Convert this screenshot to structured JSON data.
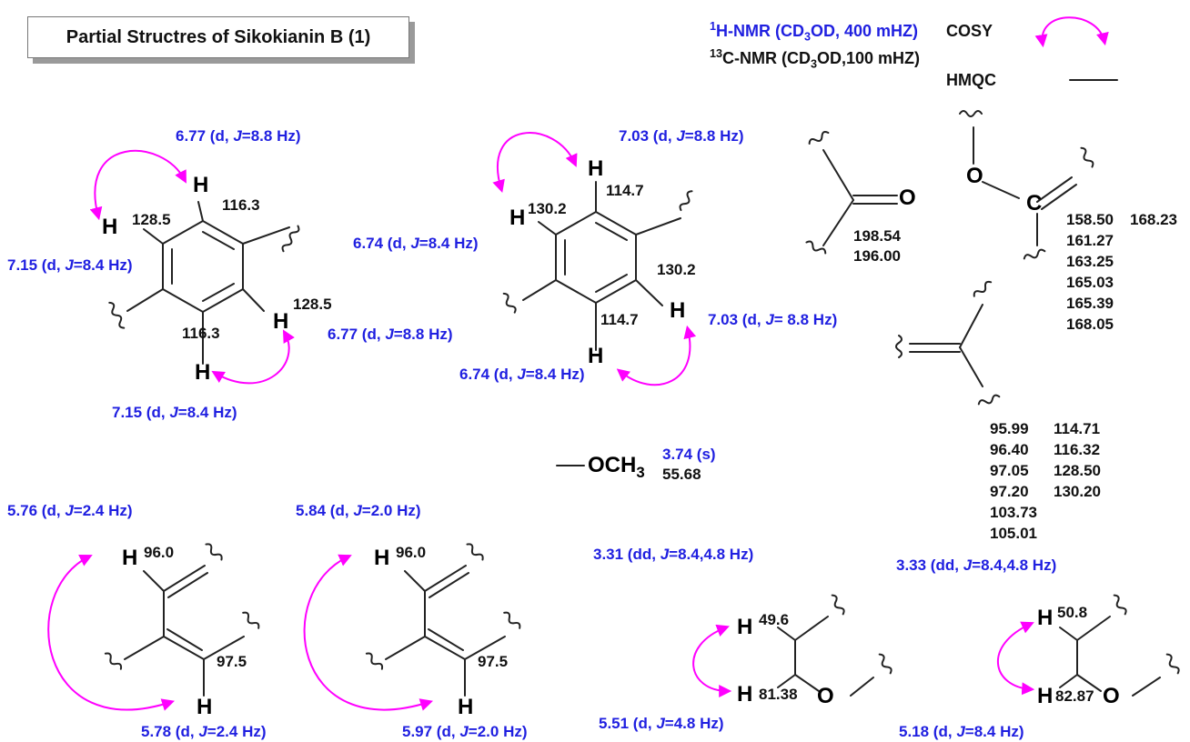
{
  "title": "Partial Structres of Sikokianin B (1)",
  "legend": {
    "h_nmr_sup": "1",
    "h_nmr": "H-NMR (CD",
    "h_nmr_sub": "3",
    "h_nmr_end": "OD, 400 mHZ)",
    "c_nmr_sup": "13",
    "c_nmr": "C-NMR (CD",
    "c_nmr_sub": "3",
    "c_nmr_end": "OD,100 mHZ)",
    "cosy": "COSY",
    "hmqc": "HMQC",
    "colors": {
      "cosy": "#ff00ff",
      "h_nmr": "#1f1fe0",
      "c_nmr": "#111111"
    }
  },
  "ring1": {
    "h_top": "6.77 (d, J=8.8 Hz)",
    "h_left": "7.15 (d, J=8.4 Hz)",
    "h_right": "6.77 (d, J=8.8 Hz)",
    "h_bottom": "7.15 (d, J=8.4 Hz)",
    "c1": "128.5",
    "c2": "116.3",
    "c3": "128.5",
    "c4": "116.3",
    "atom_h": "H"
  },
  "ring2": {
    "h_top": "7.03 (d, J=8.8 Hz)",
    "h_left": "6.74 (d, J=8.4 Hz)",
    "h_right": "7.03 (d, J= 8.8 Hz)",
    "h_bottom": "6.74 (d, J=8.4 Hz)",
    "c1": "130.2",
    "c2": "114.7",
    "c3": "130.2",
    "c4": "114.7",
    "atom_h": "H"
  },
  "carbonyl": {
    "atom_o": "O",
    "c1": "198.54",
    "c2": "196.00"
  },
  "ester": {
    "atom_o": "O",
    "atom_c": "C",
    "col1": [
      "158.50",
      "161.27",
      "163.25",
      "165.03",
      "165.39",
      "168.05"
    ],
    "col2": [
      "168.23"
    ]
  },
  "alkene_values": {
    "col1": [
      "95.99",
      "96.40",
      "97.05",
      "97.20",
      "103.73",
      "105.01"
    ],
    "col2": [
      "114.71",
      "116.32",
      "128.50",
      "130.20"
    ]
  },
  "methoxy": {
    "label": "OCH",
    "sub": "3",
    "h": "3.74 (s)",
    "c": "55.68"
  },
  "unit1": {
    "h_top": "5.76 (d, J=2.4 Hz)",
    "h_bottom": "5.78 (d, J=2.4 Hz)",
    "c_top": "96.0",
    "c_bottom": "97.5"
  },
  "unit2": {
    "h_top": "5.84 (d, J=2.0 Hz)",
    "h_bottom": "5.97 (d, J=2.0 Hz)",
    "c_top": "96.0",
    "c_bottom": "97.5"
  },
  "unit3": {
    "h_top": "3.31 (dd, J=8.4,4.8 Hz)",
    "h_bottom": "5.51 (d, J=4.8 Hz)",
    "c_top": "49.6",
    "c_bottom": "81.38",
    "atom_o": "O"
  },
  "unit4": {
    "h_top": "3.33 (dd, J=8.4,4.8 Hz)",
    "h_bottom": "5.18 (d, J=8.4 Hz)",
    "c_top": "50.8",
    "c_bottom": "82.87",
    "atom_o": "O"
  }
}
